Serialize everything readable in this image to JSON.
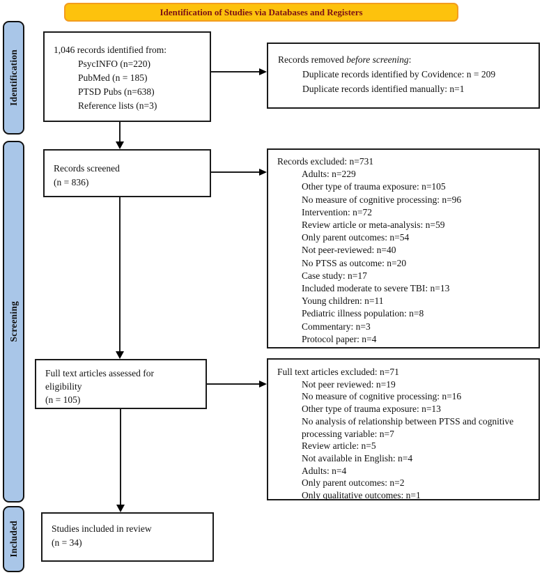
{
  "banner": {
    "title": "Identification of Studies via Databases and Registers"
  },
  "sidebar": {
    "stages": [
      {
        "label": "Identification"
      },
      {
        "label": "Screening"
      },
      {
        "label": "Included"
      }
    ]
  },
  "flow": {
    "identified": {
      "heading": "1,046 records identified from:",
      "items": [
        "PsycINFO (n=220)",
        "PubMed (n = 185)",
        "PTSD Pubs (n=638)",
        "Reference lists (n=3)"
      ]
    },
    "removed": {
      "heading_prefix": "Records removed ",
      "heading_italic": "before screening",
      "heading_suffix": ":",
      "items": [
        "Duplicate records identified by Covidence:  n = 209",
        "Duplicate records identified manually: n=1"
      ]
    },
    "screened": {
      "line1": "Records screened",
      "line2": "(n = 836)"
    },
    "records_excluded": {
      "heading": "Records excluded: n=731",
      "items": [
        "Adults: n=229",
        "Other type of trauma exposure: n=105",
        "No measure of cognitive processing: n=96",
        "Intervention: n=72",
        "Review article or meta-analysis: n=59",
        "Only parent outcomes: n=54",
        "Not peer-reviewed: n=40",
        "No PTSS as outcome: n=20",
        "Case study: n=17",
        "Included moderate to severe TBI: n=13",
        "Young children: n=11",
        "Pediatric illness population: n=8",
        "Commentary: n=3",
        "Protocol paper: n=4"
      ]
    },
    "fulltext_assessed": {
      "line1": "Full text articles assessed for",
      "line2": "eligibility",
      "line3": "(n = 105)"
    },
    "fulltext_excluded": {
      "heading": "Full text articles excluded: n=71",
      "items": [
        "Not peer reviewed: n=19",
        "No measure of cognitive processing: n=16",
        "Other type of trauma exposure: n=13",
        "No analysis of relationship between PTSS and cognitive processing variable: n=7",
        "Review article: n=5",
        "Not available in English: n=4",
        "Adults: n=4",
        "Only parent outcomes: n=2",
        "Only qualitative outcomes: n=1"
      ]
    },
    "included": {
      "line1": "Studies included in review",
      "line2": "(n = 34)"
    }
  },
  "colors": {
    "banner_fill": "#FDC20D",
    "banner_border": "#F39C1F",
    "banner_text": "#7C1215",
    "stage_fill": "#A9C6E8",
    "stage_border": "#111111",
    "box_border": "#1a1a1a"
  }
}
